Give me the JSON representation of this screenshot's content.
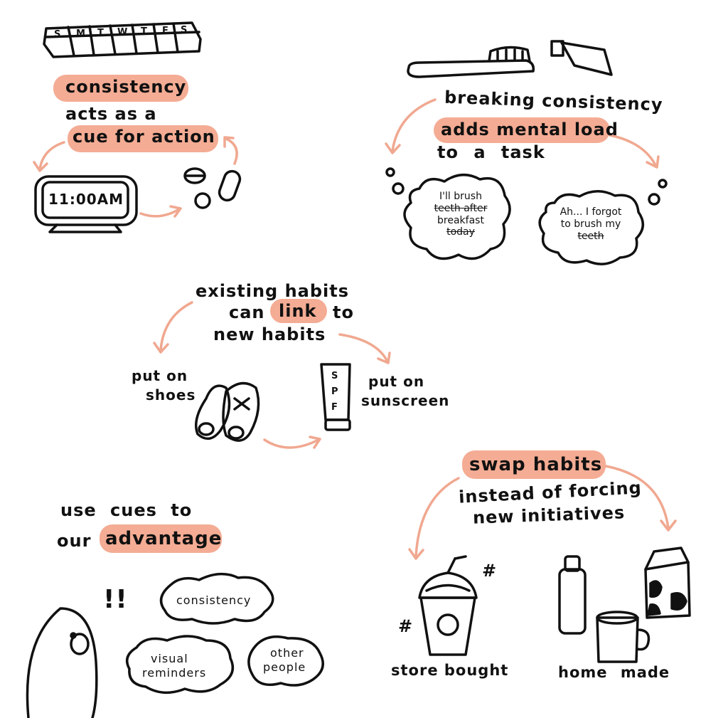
{
  "colors": {
    "highlight": "#f4ac94",
    "arrow": "#f0a890",
    "ink": "#111111"
  },
  "panel1": {
    "pill_days": [
      "S",
      "M",
      "T",
      "W",
      "T",
      "F",
      "S"
    ],
    "line1": "consistency",
    "line2": "acts as a",
    "line3": "cue for action",
    "clock_time": "11:00AM"
  },
  "panel2": {
    "line1": "breaking consistency",
    "line2": "adds mental load",
    "line3": "to a task",
    "thought1": [
      "I'll brush",
      "teeth after",
      "breakfast",
      "today"
    ],
    "thought2": [
      "Ah... I forgot",
      "to brush my",
      "teeth"
    ]
  },
  "panel3": {
    "line1": "existing habits",
    "line2a": "can",
    "line2b": "link",
    "line2c": "to",
    "line3": "new habits",
    "shoes_label": [
      "put on",
      "shoes"
    ],
    "spf_letters": [
      "S",
      "P",
      "F"
    ],
    "sunscreen_label": [
      "put on",
      "sunscreen"
    ]
  },
  "panel4": {
    "line1": "swap habits",
    "line2": "instead of forcing",
    "line3": "new initiatives",
    "store_label": "store bought",
    "home_label": "home made",
    "money_symbol": "#"
  },
  "panel5": {
    "line1": "use cues to",
    "line2a": "our",
    "line2b": "advantage",
    "exclaim": "!!",
    "cloud1": "consistency",
    "cloud2": [
      "visual",
      "reminders"
    ],
    "cloud3": [
      "other",
      "people"
    ]
  }
}
